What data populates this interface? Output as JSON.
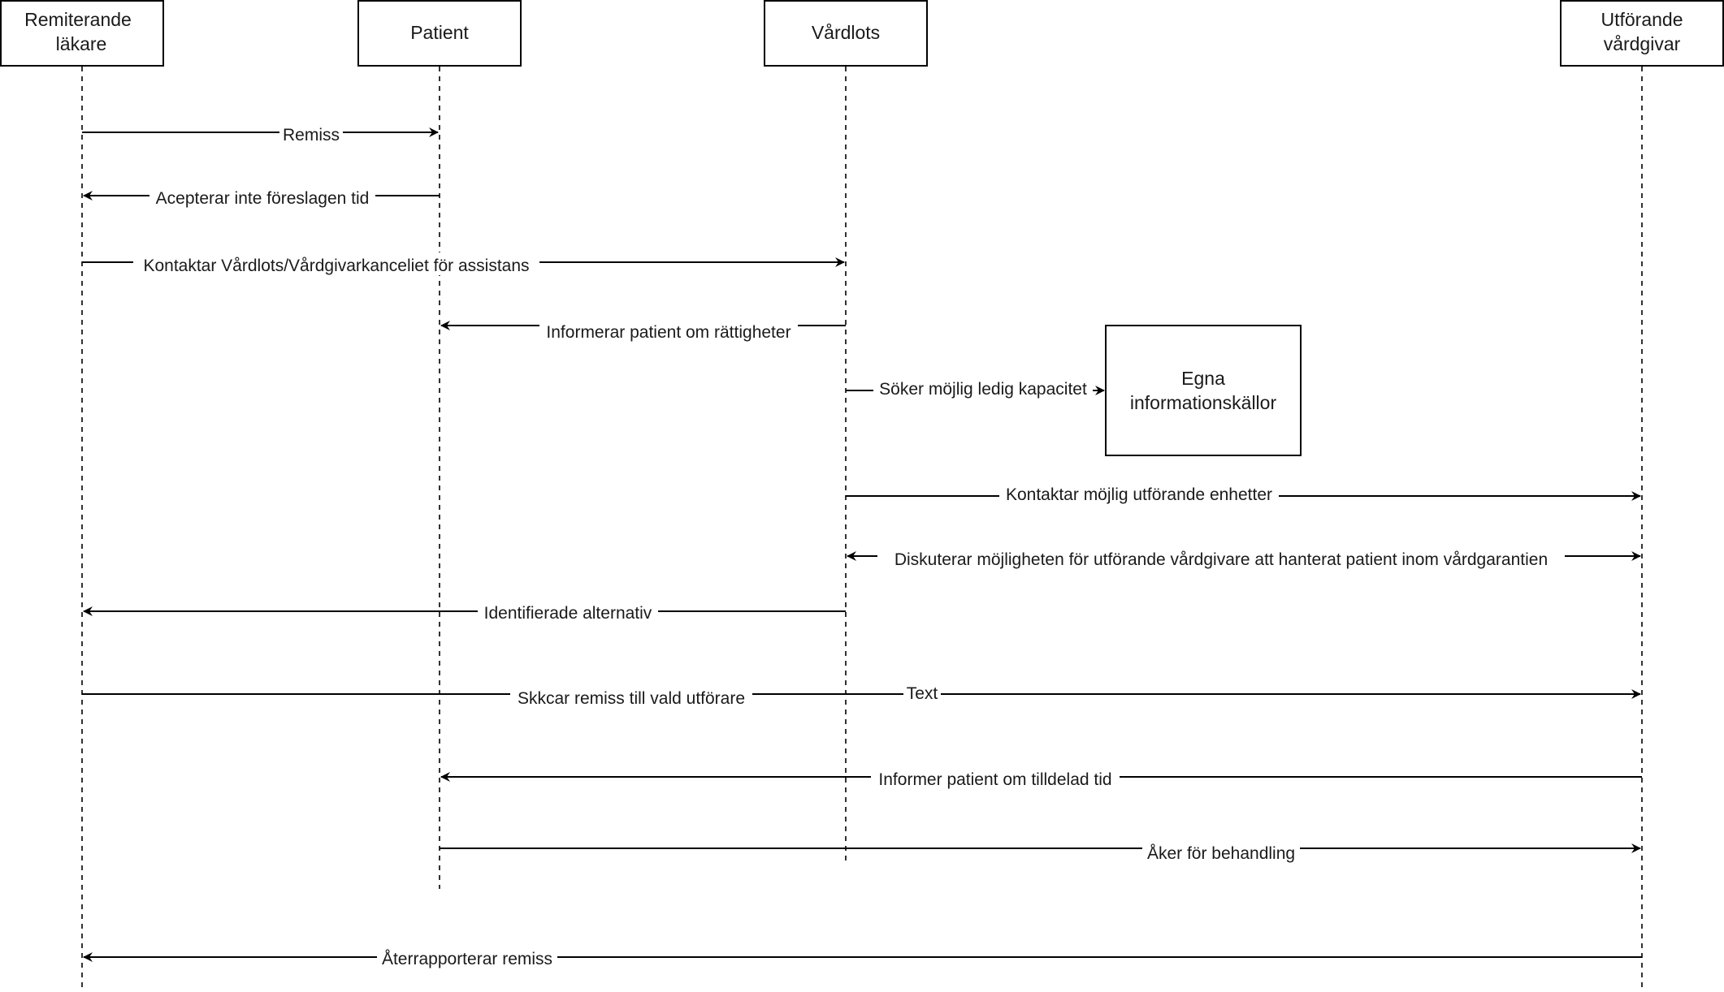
{
  "actors": [
    {
      "id": "remiterande",
      "lines": [
        "Remiterande",
        "läkare"
      ]
    },
    {
      "id": "patient",
      "lines": [
        "Patient"
      ]
    },
    {
      "id": "vardlots",
      "lines": [
        "Vårdlots"
      ]
    },
    {
      "id": "utforande",
      "lines": [
        "Utförande",
        "vårdgivar"
      ]
    }
  ],
  "note": {
    "id": "egna-informationskallor",
    "lines": [
      "Egna",
      "informationskällor"
    ]
  },
  "messages": [
    {
      "from": "remiterande",
      "to": "patient",
      "label": "Remiss"
    },
    {
      "from": "patient",
      "to": "remiterande",
      "label": "Acepterar inte föreslagen tid"
    },
    {
      "from": "remiterande",
      "to": "vardlots",
      "label": "Kontaktar Vårdlots/Vårdgivarkanceliet för assistans"
    },
    {
      "from": "vardlots",
      "to": "patient",
      "label": "Informerar patient om rättigheter"
    },
    {
      "from": "vardlots",
      "to": "egna-informationskallor",
      "label": "Söker möjlig ledig kapacitet"
    },
    {
      "from": "vardlots",
      "to": "utforande",
      "label": "Kontaktar möjlig utförande enhetter"
    },
    {
      "from": "vardlots",
      "to": "utforande",
      "label": "Diskuterar möjligheten för utförande vårdgivare att hanterat patient inom vårdgarantien",
      "bidirectional": true
    },
    {
      "from": "vardlots",
      "to": "remiterande",
      "label": "Identifierade alternativ"
    },
    {
      "from": "remiterande",
      "to": "utforande",
      "label": "Skkcar remiss till vald utförare",
      "extra_label": "Text"
    },
    {
      "from": "utforande",
      "to": "patient",
      "label": "Informer patient om tilldelad tid"
    },
    {
      "from": "patient",
      "to": "utforande",
      "label": "Åker för behandling"
    },
    {
      "from": "utforande",
      "to": "remiterande",
      "label": "Återrapporterar remiss"
    }
  ]
}
